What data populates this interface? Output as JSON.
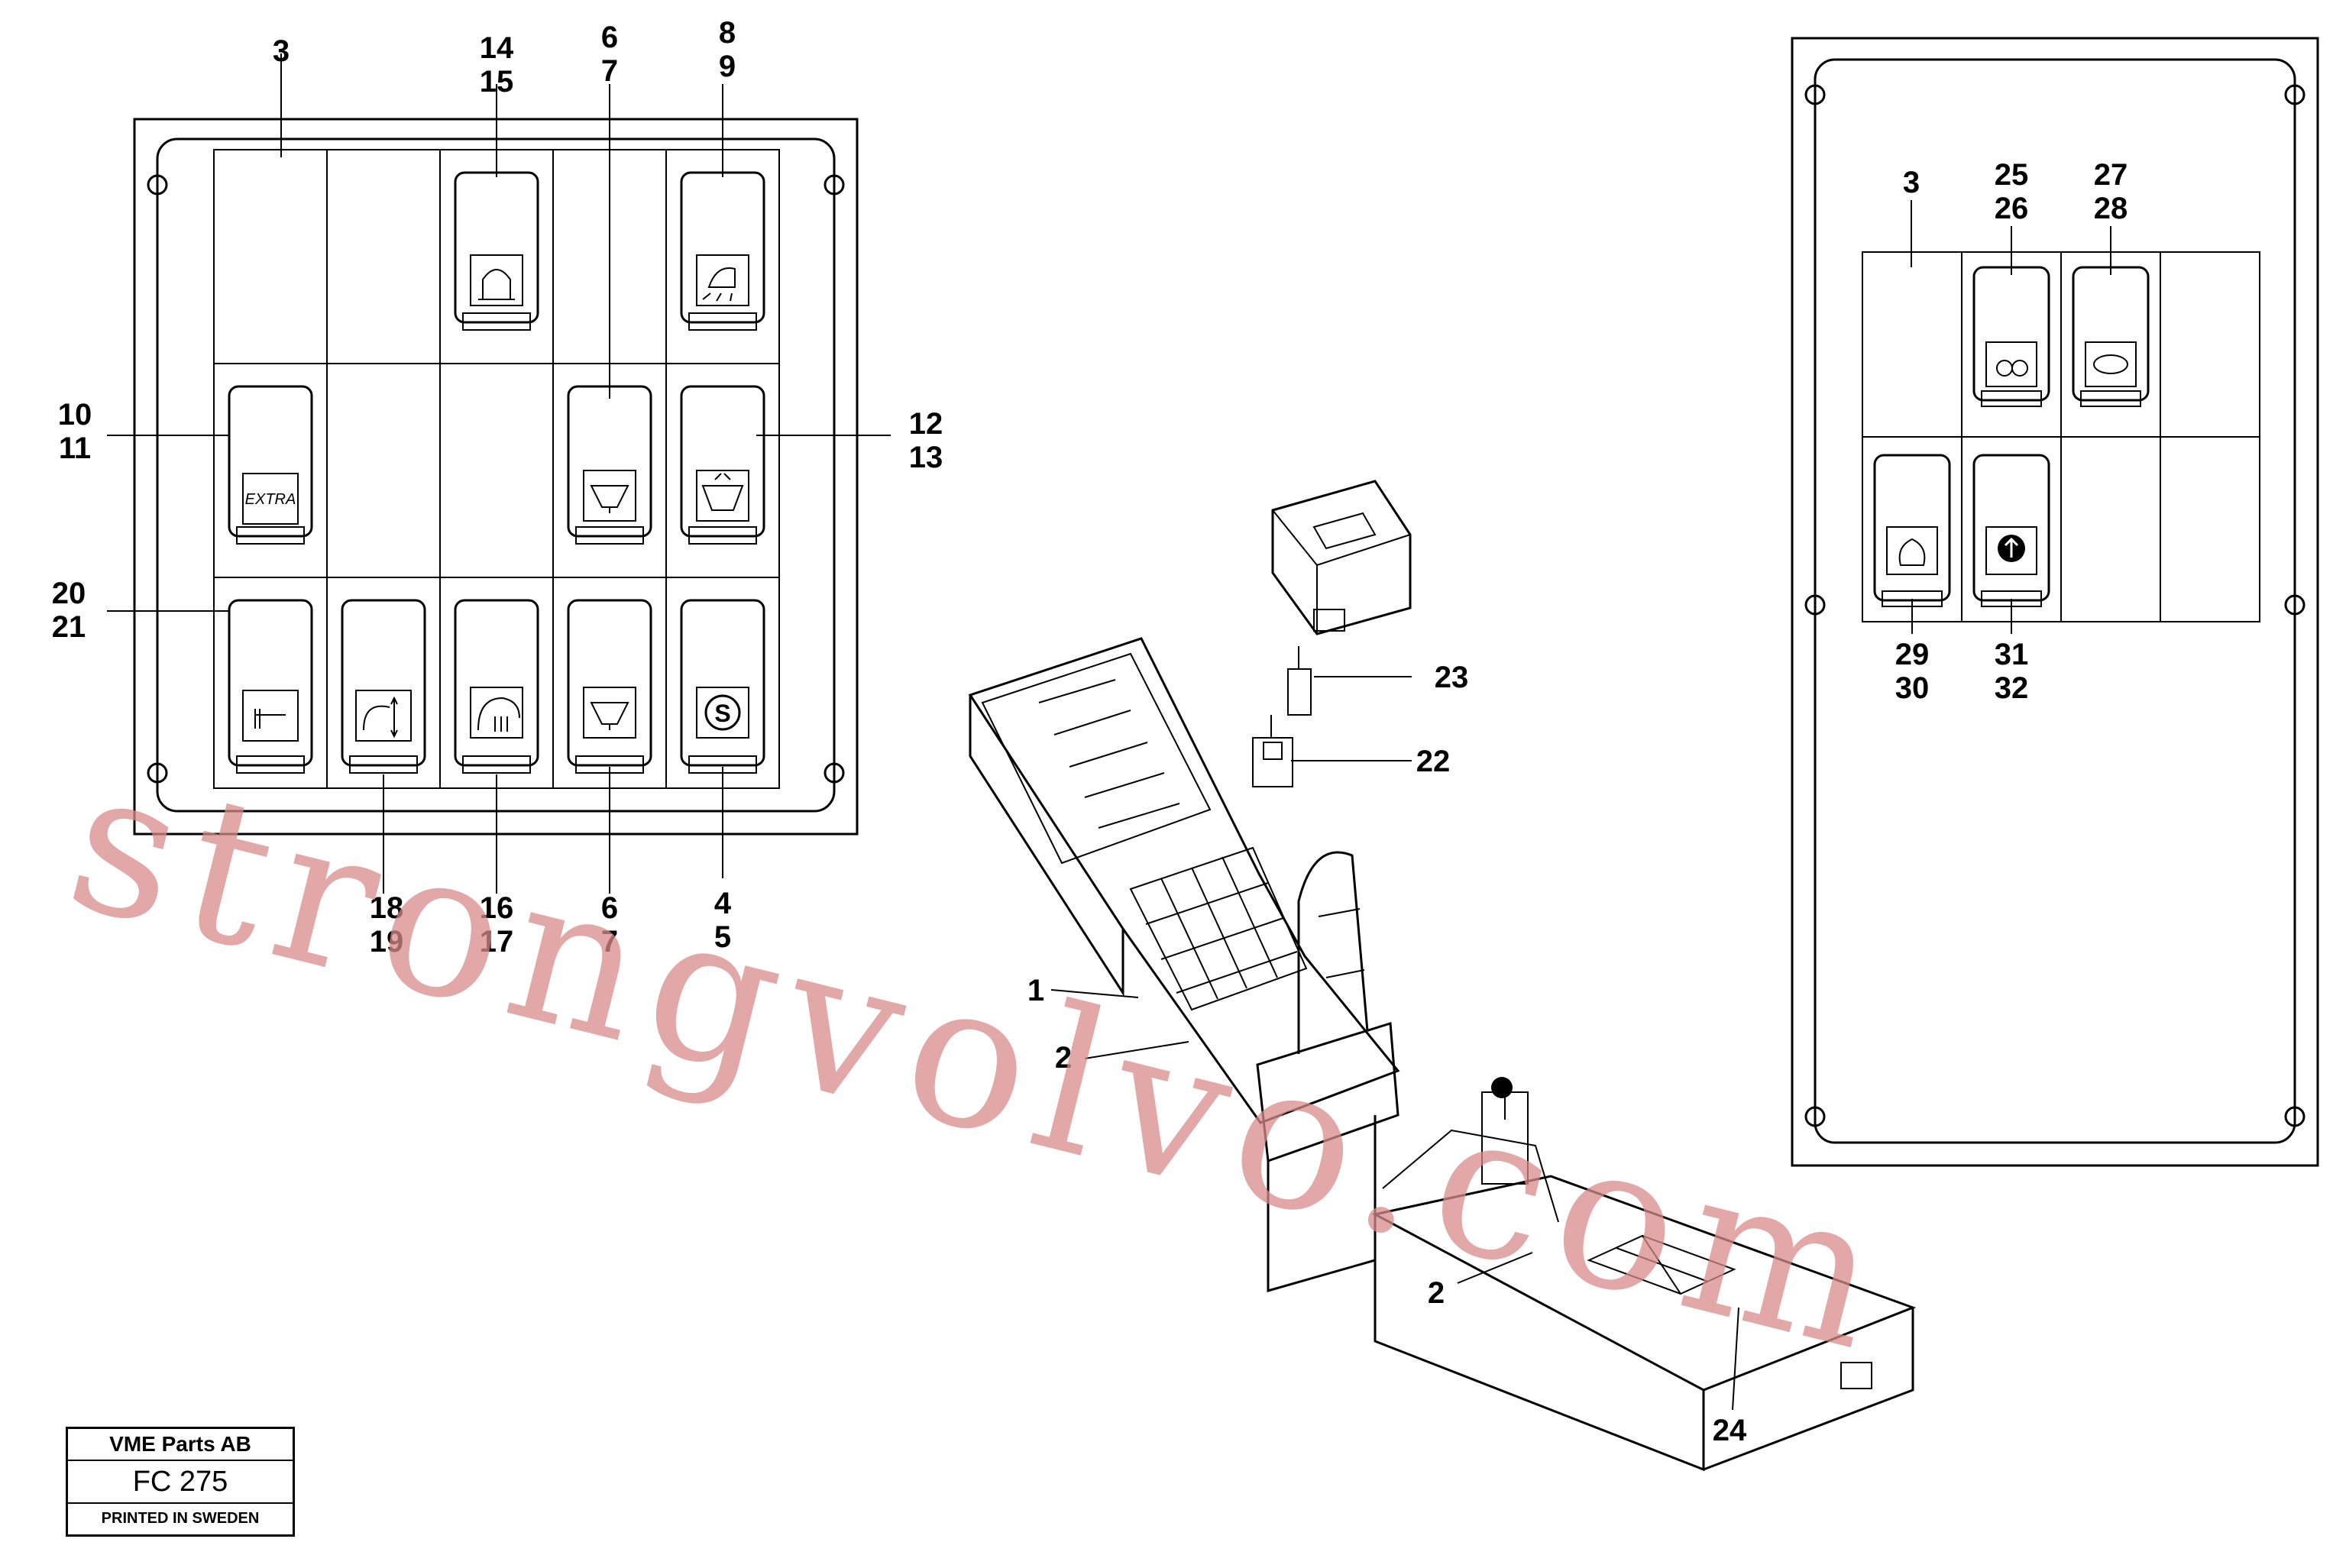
{
  "watermark": "strongvolvo.com",
  "info_box": {
    "company": "VME Parts AB",
    "code": "FC 275",
    "printed": "PRINTED IN SWEDEN"
  },
  "panel_left": {
    "extra_label": "EXTRA",
    "callouts": {
      "c3": "3",
      "c14": "14",
      "c15": "15",
      "c6": "6",
      "c7": "7",
      "c8": "8",
      "c9": "9",
      "c10": "10",
      "c11": "11",
      "c12": "12",
      "c13": "13",
      "c20": "20",
      "c21": "21",
      "c18": "18",
      "c19": "19",
      "c16": "16",
      "c17": "17",
      "c6b": "6",
      "c7b": "7",
      "c4": "4",
      "c5": "5"
    }
  },
  "panel_right": {
    "callouts": {
      "c3": "3",
      "c25": "25",
      "c26": "26",
      "c27": "27",
      "c28": "28",
      "c29": "29",
      "c30": "30",
      "c31": "31",
      "c32": "32"
    }
  },
  "console": {
    "callouts": {
      "c1": "1",
      "c2a": "2",
      "c2b": "2",
      "c22": "22",
      "c23": "23",
      "c24": "24"
    }
  }
}
